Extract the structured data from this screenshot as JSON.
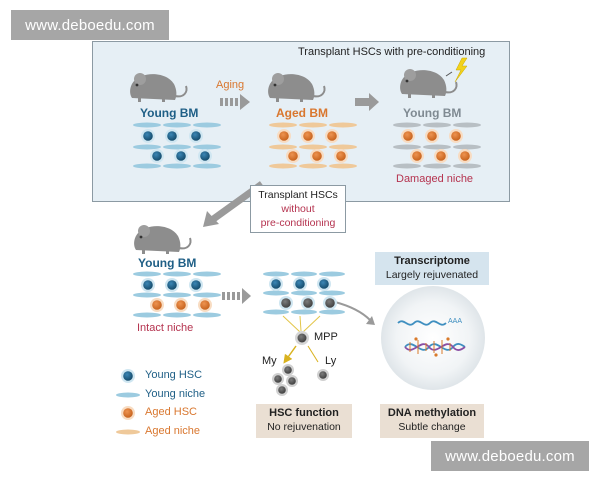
{
  "watermark": {
    "text": "www.deboedu.com"
  },
  "panel": {
    "title": "Transplant HSCs with pre-conditioning"
  },
  "top": {
    "young_bm": "Young BM",
    "aging": "Aging",
    "aged_bm": "Aged BM",
    "young_bm_2": "Young BM",
    "damaged_niche": "Damaged niche"
  },
  "transplant_box": {
    "line1": "Transplant HSCs",
    "line2": "without",
    "line3": "pre-conditioning"
  },
  "bottom": {
    "young_bm": "Young BM",
    "intact_niche": "Intact niche",
    "mpp": "MPP",
    "my": "My",
    "ly": "Ly"
  },
  "legend": {
    "young_hsc": "Young HSC",
    "young_niche": "Young niche",
    "aged_hsc": "Aged HSC",
    "aged_niche": "Aged niche"
  },
  "boxes": {
    "transcriptome_title": "Transcriptome",
    "transcriptome_sub": "Largely rejuvenated",
    "hsc_function_title": "HSC function",
    "hsc_function_sub": "No rejuvenation",
    "dna_title": "DNA methylation",
    "dna_sub": "Subtle change",
    "dna_strand_label": "AAA"
  },
  "colors": {
    "young_hsc": "#1f5f86",
    "aged_hsc": "#d9772f",
    "young_niche": "#9ccbe0",
    "aged_niche": "#efc99a",
    "panel_bg": "#e6eff5",
    "arrow": "#9a9a9a"
  }
}
